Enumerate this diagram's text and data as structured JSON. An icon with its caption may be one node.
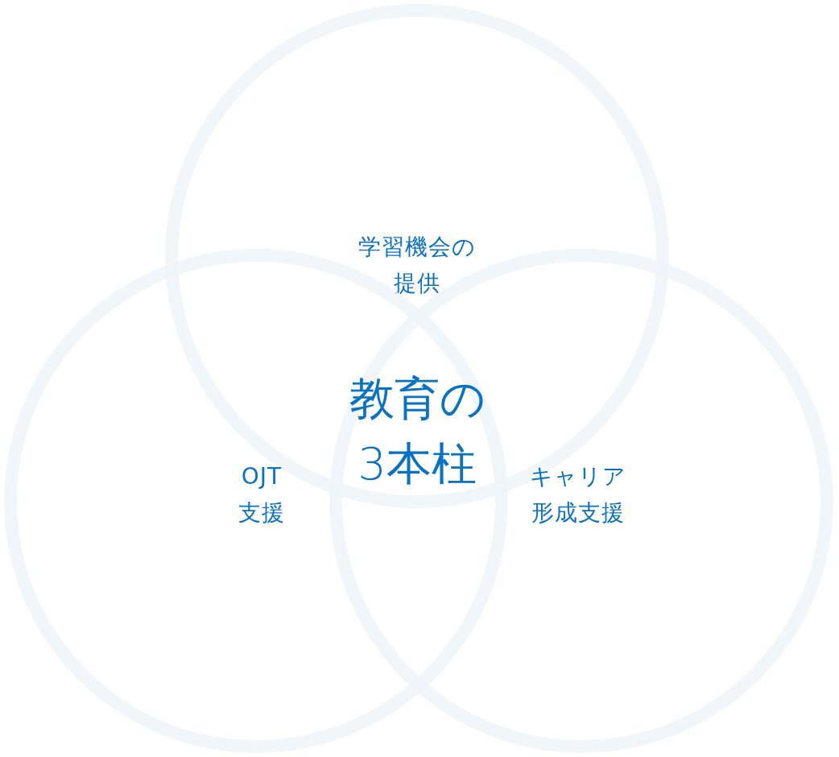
{
  "diagram": {
    "nodes": [
      {
        "text": [
          "学習機会の提供"
        ]
      },
      {
        "text": [
          "OJT支援"
        ]
      },
      {
        "text": [
          "キャリア形成支援"
        ]
      }
    ],
    "labels": [
      "教育の3本柱"
    ]
  }
}
